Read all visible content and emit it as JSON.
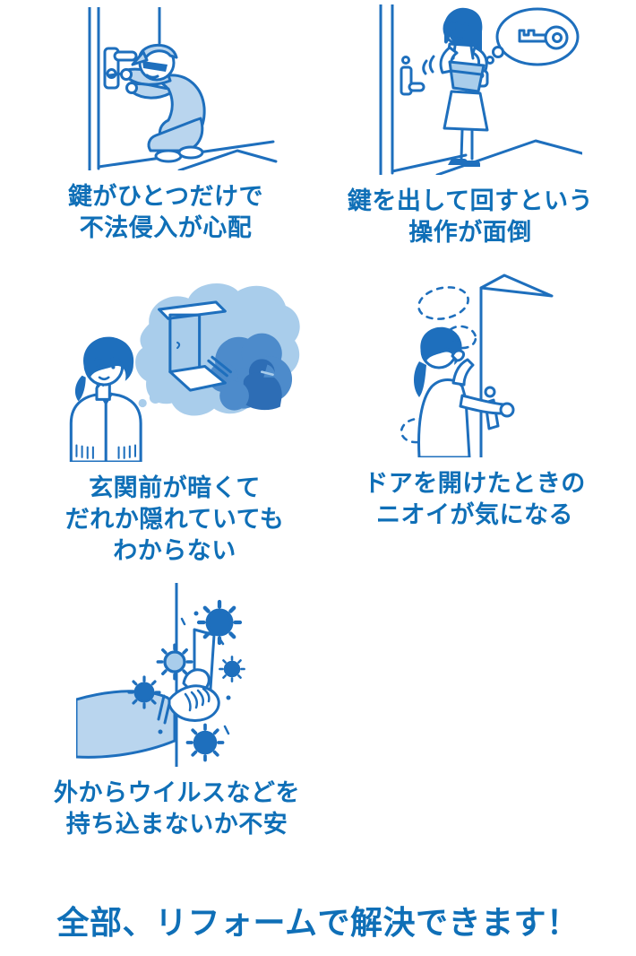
{
  "colors": {
    "text_blue": "#0f6fb7",
    "line_blue": "#1e6fbd",
    "fill_light_blue": "#b9d5ee",
    "fill_mid_blue": "#a9cdeb",
    "fill_deep_blue": "#4d8bcb",
    "fill_dark_blue": "#2d6db5",
    "background": "#ffffff"
  },
  "items": [
    {
      "illustration": "burglar-picking-door-lock",
      "caption_lines": [
        "鍵がひとつだけで",
        "不法侵入が心配"
      ]
    },
    {
      "illustration": "woman-searching-key-thought-bubble",
      "caption_lines": [
        "鍵を出して回すという",
        "操作が面倒"
      ]
    },
    {
      "illustration": "dark-entrance-lurker-thought-cloud",
      "caption_lines": [
        "玄関前が暗くて",
        "だれか隠れていても",
        "わからない"
      ]
    },
    {
      "illustration": "woman-pinching-nose-door-smell",
      "caption_lines": [
        "ドアを開けたときの",
        "ニオイが気になる"
      ]
    },
    {
      "illustration": "hand-door-handle-viruses",
      "caption_lines": [
        "外からウイルスなどを",
        "持ち込まないか不安"
      ]
    }
  ],
  "headline": "全部、リフォームで解決できます！"
}
